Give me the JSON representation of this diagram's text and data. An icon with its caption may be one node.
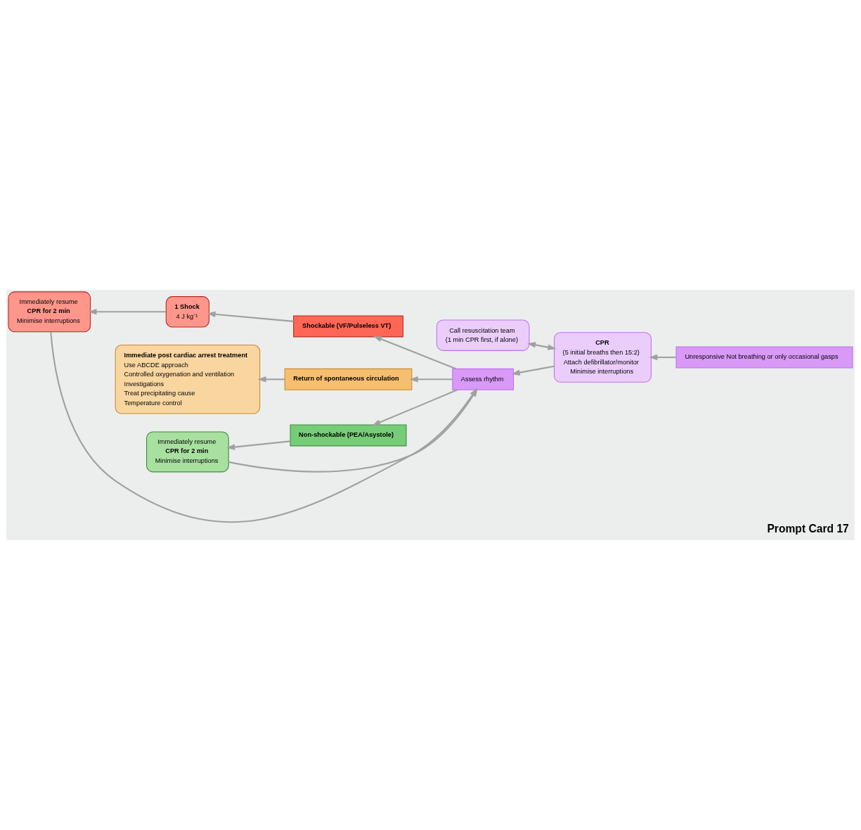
{
  "diagram": {
    "caption": "Prompt Card 17",
    "nodes": [
      {
        "text": [
          "Unresponsive Not breathing or only occasional gasps"
        ]
      },
      {
        "text": [
          "CPR",
          "(5 initial breaths then 15:2)",
          "Attach defibrillator/monitor",
          "Minimise interruptions"
        ]
      },
      {
        "text": [
          "Call resuscitation team",
          "(1 min CPR first, if alone)"
        ]
      },
      {
        "text": [
          "Assess rhythm"
        ]
      },
      {
        "text": [
          "Shockable (VF/Pulseless VT)"
        ]
      },
      {
        "text": [
          "Return of spontaneous circulation"
        ]
      },
      {
        "text": [
          "Non-shockable (PEA/Asystole)"
        ]
      },
      {
        "text": [
          "1 Shock",
          "4 J kg⁻¹"
        ]
      },
      {
        "text": [
          "Immediately resume",
          "CPR for 2 min",
          "Minimise interruptions"
        ]
      },
      {
        "text": [
          "Immediate post cardiac arrest treatment",
          "Use ABCDE approach",
          "Controlled oxygenation and ventilation",
          "Investigations",
          "Treat precipitating cause",
          "Temperature control"
        ]
      },
      {
        "text": [
          "Immediately resume",
          "CPR for 2 min",
          "Minimise interruptions"
        ]
      }
    ],
    "edges": [
      {
        "from": 0,
        "to": 1,
        "arrow": "to"
      },
      {
        "from": 1,
        "to": 2,
        "arrow": "both"
      },
      {
        "from": 1,
        "to": 3,
        "arrow": "to"
      },
      {
        "from": 3,
        "to": 4,
        "arrow": "to"
      },
      {
        "from": 3,
        "to": 5,
        "arrow": "to"
      },
      {
        "from": 3,
        "to": 6,
        "arrow": "to"
      },
      {
        "from": 4,
        "to": 7,
        "arrow": "to"
      },
      {
        "from": 7,
        "to": 8,
        "arrow": "to"
      },
      {
        "from": 5,
        "to": 9,
        "arrow": "to"
      },
      {
        "from": 6,
        "to": 10,
        "arrow": "to"
      },
      {
        "from": 8,
        "to": 3,
        "arrow": "to"
      },
      {
        "from": 10,
        "to": 3,
        "arrow": "to"
      }
    ]
  }
}
